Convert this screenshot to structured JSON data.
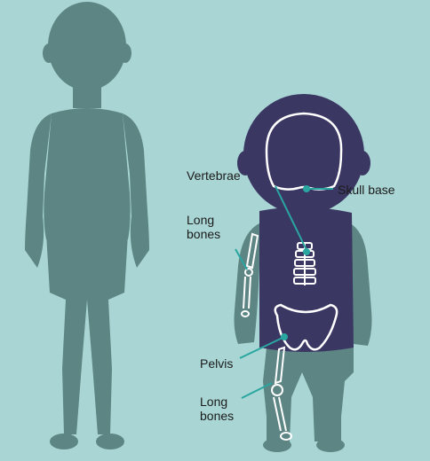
{
  "labels": {
    "vertebrae": "Vertebrae",
    "skull_base": "Skull base",
    "long_bones_upper": "Long\nbones",
    "pelvis": "Pelvis",
    "long_bones_lower": "Long\nbones"
  },
  "colors": {
    "background": "#a9d6d4",
    "silhouette": "#5c8584",
    "highlight_region": "#3a3763",
    "bone_outline": "#ffffff",
    "leader_line": "#2aa6a1"
  }
}
